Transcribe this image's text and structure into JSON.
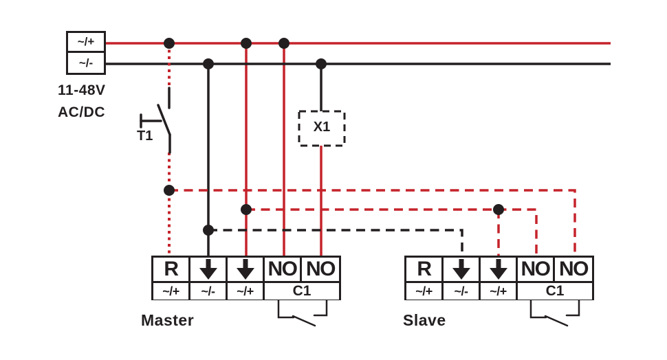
{
  "colors": {
    "wire_red": "#c5232b",
    "wire_black": "#231f20"
  },
  "power": {
    "terminals": [
      "~/+",
      "~/-"
    ],
    "rating_line1": "11-48V",
    "rating_line2": "AC/DC"
  },
  "components": {
    "switch_label": "T1",
    "module_label": "X1"
  },
  "blocks": [
    {
      "label": "Master",
      "top": [
        "R",
        "▼",
        "▼",
        "NO",
        "NO"
      ],
      "bottom": [
        "~/+",
        "~/-",
        "~/+"
      ],
      "common": "C1"
    },
    {
      "label": "Slave",
      "top": [
        "R",
        "▼",
        "▼",
        "NO",
        "NO"
      ],
      "bottom": [
        "~/+",
        "~/-",
        "~/+"
      ],
      "common": "C1"
    }
  ]
}
